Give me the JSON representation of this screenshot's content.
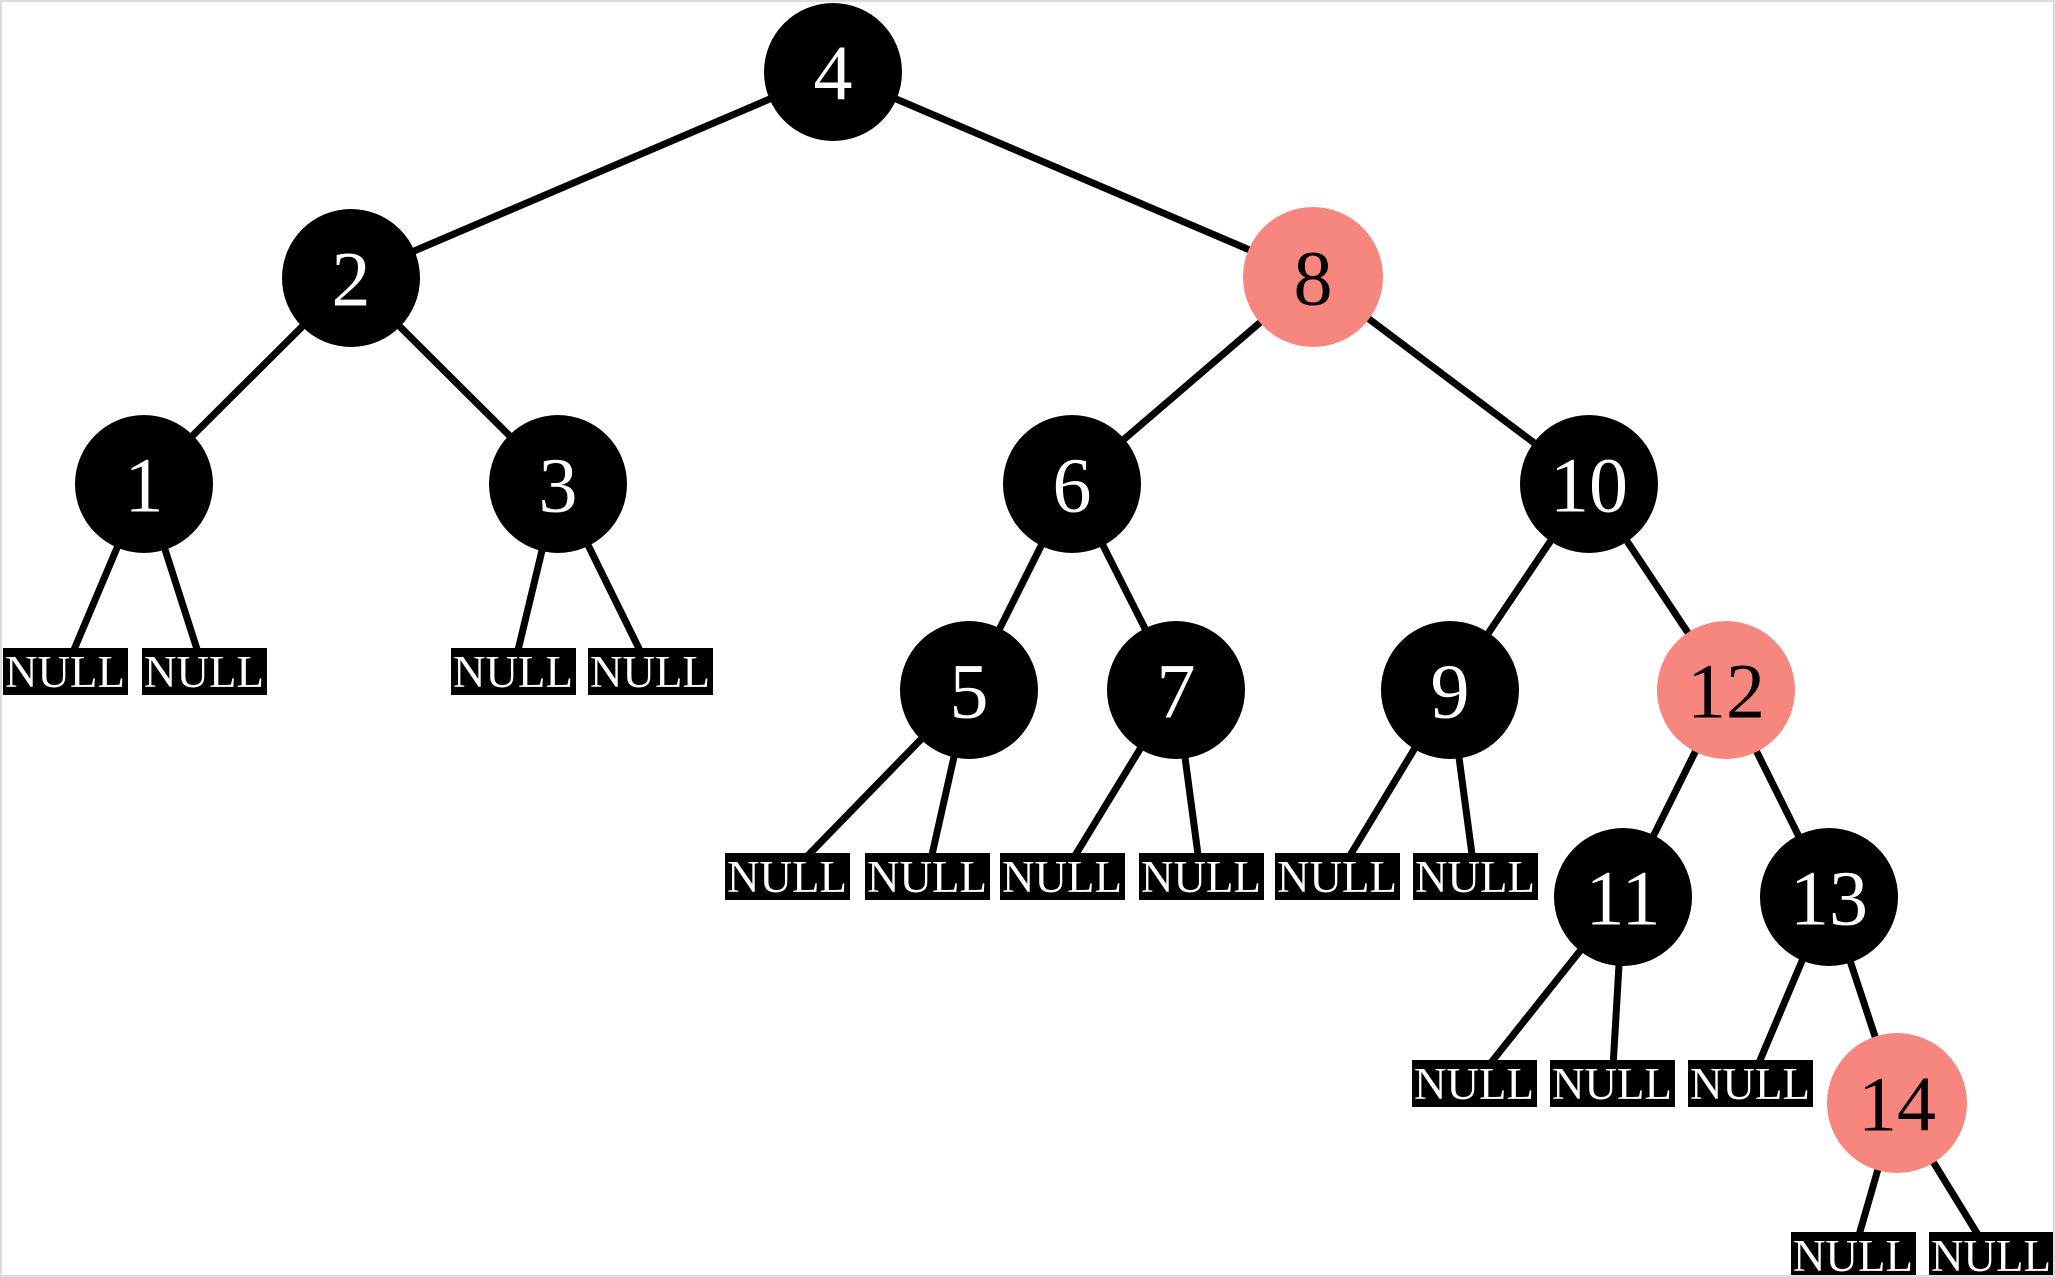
{
  "diagram": {
    "kind": "red-black-binary-tree",
    "null_label": "NULL",
    "colors": {
      "black_node": "#000000",
      "red_node": "#F7867F",
      "edge": "#000000",
      "node_text_on_black": "#ffffff",
      "node_text_on_red": "#000000",
      "null_bg": "#000000",
      "null_text": "#ffffff"
    },
    "nodes": [
      {
        "label": "4",
        "color": "black"
      },
      {
        "label": "2",
        "color": "black"
      },
      {
        "label": "8",
        "color": "red"
      },
      {
        "label": "1",
        "color": "black"
      },
      {
        "label": "3",
        "color": "black"
      },
      {
        "label": "6",
        "color": "black"
      },
      {
        "label": "10",
        "color": "black"
      },
      {
        "label": "5",
        "color": "black"
      },
      {
        "label": "7",
        "color": "black"
      },
      {
        "label": "9",
        "color": "black"
      },
      {
        "label": "12",
        "color": "red"
      },
      {
        "label": "11",
        "color": "black"
      },
      {
        "label": "13",
        "color": "black"
      },
      {
        "label": "14",
        "color": "red"
      }
    ],
    "edges": [
      [
        "4",
        "2"
      ],
      [
        "4",
        "8"
      ],
      [
        "2",
        "1"
      ],
      [
        "2",
        "3"
      ],
      [
        "8",
        "6"
      ],
      [
        "8",
        "10"
      ],
      [
        "1",
        "NULL"
      ],
      [
        "1",
        "NULL"
      ],
      [
        "3",
        "NULL"
      ],
      [
        "3",
        "NULL"
      ],
      [
        "6",
        "5"
      ],
      [
        "6",
        "7"
      ],
      [
        "10",
        "9"
      ],
      [
        "10",
        "12"
      ],
      [
        "5",
        "NULL"
      ],
      [
        "5",
        "NULL"
      ],
      [
        "7",
        "NULL"
      ],
      [
        "7",
        "NULL"
      ],
      [
        "9",
        "NULL"
      ],
      [
        "9",
        "NULL"
      ],
      [
        "12",
        "11"
      ],
      [
        "12",
        "13"
      ],
      [
        "11",
        "NULL"
      ],
      [
        "11",
        "NULL"
      ],
      [
        "13",
        "NULL"
      ],
      [
        "13",
        "14"
      ],
      [
        "14",
        "NULL"
      ],
      [
        "14",
        "NULL"
      ]
    ]
  }
}
